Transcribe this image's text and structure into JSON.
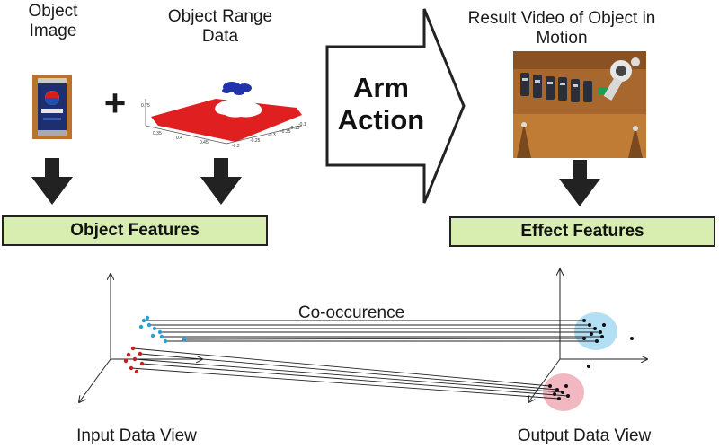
{
  "labels": {
    "object_image_line1": "Object",
    "object_image_line2": "Image",
    "object_range_line1": "Object Range",
    "object_range_line2": "Data",
    "result_video_line1": "Result Video of Object in",
    "result_video_line2": "Motion",
    "plus_sign": "+",
    "arm_action_line1": "Arm",
    "arm_action_line2": "Action",
    "object_features": "Object Features",
    "effect_features": "Effect Features",
    "co_occurence": "Co-occurence",
    "input_data_view": "Input Data View",
    "output_data_view": "Output Data View"
  },
  "range_plot": {
    "tick_labels": [
      "0.75",
      "0.35",
      "0.4",
      "0.45",
      "-0.2",
      "-0.25",
      "-0.3",
      "-0.35",
      "-0.15",
      "-0.1"
    ]
  },
  "colors": {
    "feature_box_fill": "#d8eeb0",
    "input_cluster_a": "#2a9fd6",
    "input_cluster_b": "#c81e1e",
    "output_halo_blue": "#b3dff5",
    "output_halo_pink": "#f1b8c2",
    "range_surface": "#e02020",
    "range_top_points": "#2233aa"
  },
  "icons": {
    "down_arrow": "block-arrow-down-icon",
    "right_arrow": "block-arrow-right-icon"
  }
}
